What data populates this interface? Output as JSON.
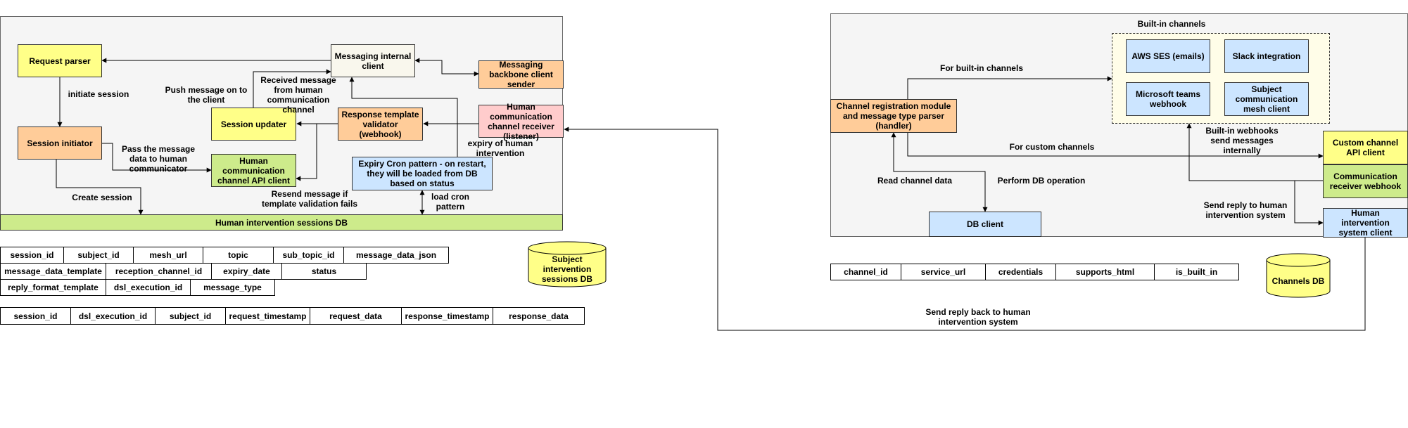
{
  "left": {
    "request_parser": "Request parser",
    "messaging_internal_client": "Messaging internal client",
    "messaging_backbone_sender": "Messaging backbone client sender",
    "session_initiator": "Session initiator",
    "session_updater": "Session updater",
    "response_template_validator": "Response template validator (webhook)",
    "human_channel_receiver": "Human communication channel receiver (listener)",
    "human_channel_api_client": "Human communication channel API client",
    "expiry_cron": "Expiry Cron pattern - on restart, they will be loaded from DB based on status",
    "sessions_db_bar": "Human intervention sessions DB",
    "edge_labels": {
      "initiate_session": "initiate session",
      "push_message": "Push message on to the client",
      "received_message": "Received message from human communication channel",
      "pass_message": "Pass the message data to human communicator",
      "expiry_of_human": "expiry of human intervention",
      "resend_message": "Resend message if template validation fails",
      "create_session": "Create session",
      "load_cron": "load cron pattern"
    }
  },
  "right": {
    "builtin_group_title": "Built-in channels",
    "aws_ses": "AWS SES (emails)",
    "slack": "Slack integration",
    "ms_teams": "Microsoft teams webhook",
    "subject_mesh": "Subject communication mesh client",
    "channel_registration": "Channel registration module and message type parser (handler)",
    "custom_channel_api": "Custom channel API client",
    "communication_receiver": "Communication receiver webhook",
    "human_intervention_client": "Human intervention system client",
    "db_client": "DB client",
    "edge_labels": {
      "for_builtin": "For built-in channels",
      "builtin_webhooks": "Built-in webhooks send messages internally",
      "for_custom": "For custom channels",
      "read_channel": "Read channel data",
      "perform_db": "Perform DB operation",
      "send_reply": "Send reply to human intervention system",
      "send_reply_back": "Send reply back to human intervention system"
    }
  },
  "tables": {
    "sessions_rows": [
      [
        "session_id",
        "subject_id",
        "mesh_url",
        "topic",
        "sub_topic_id",
        "message_data_json"
      ],
      [
        "message_data_template",
        "reception_channel_id",
        "expiry_date",
        "status"
      ],
      [
        "reply_format_template",
        "dsl_execution_id",
        "message_type"
      ]
    ],
    "execution_row": [
      "session_id",
      "dsl_execution_id",
      "subject_id",
      "request_timestamp",
      "request_data",
      "response_timestamp",
      "response_data"
    ],
    "channels_row": [
      "channel_id",
      "service_url",
      "credentials",
      "supports_html",
      "is_built_in"
    ]
  },
  "databases": {
    "subject_db": "Subject intervention sessions DB",
    "channels_db": "Channels DB"
  },
  "colors": {
    "yellow": "#ffff88",
    "orange": "#ffcc99",
    "green": "#cdeb8b",
    "blue": "#cce5ff",
    "pink": "#ffcccc"
  }
}
